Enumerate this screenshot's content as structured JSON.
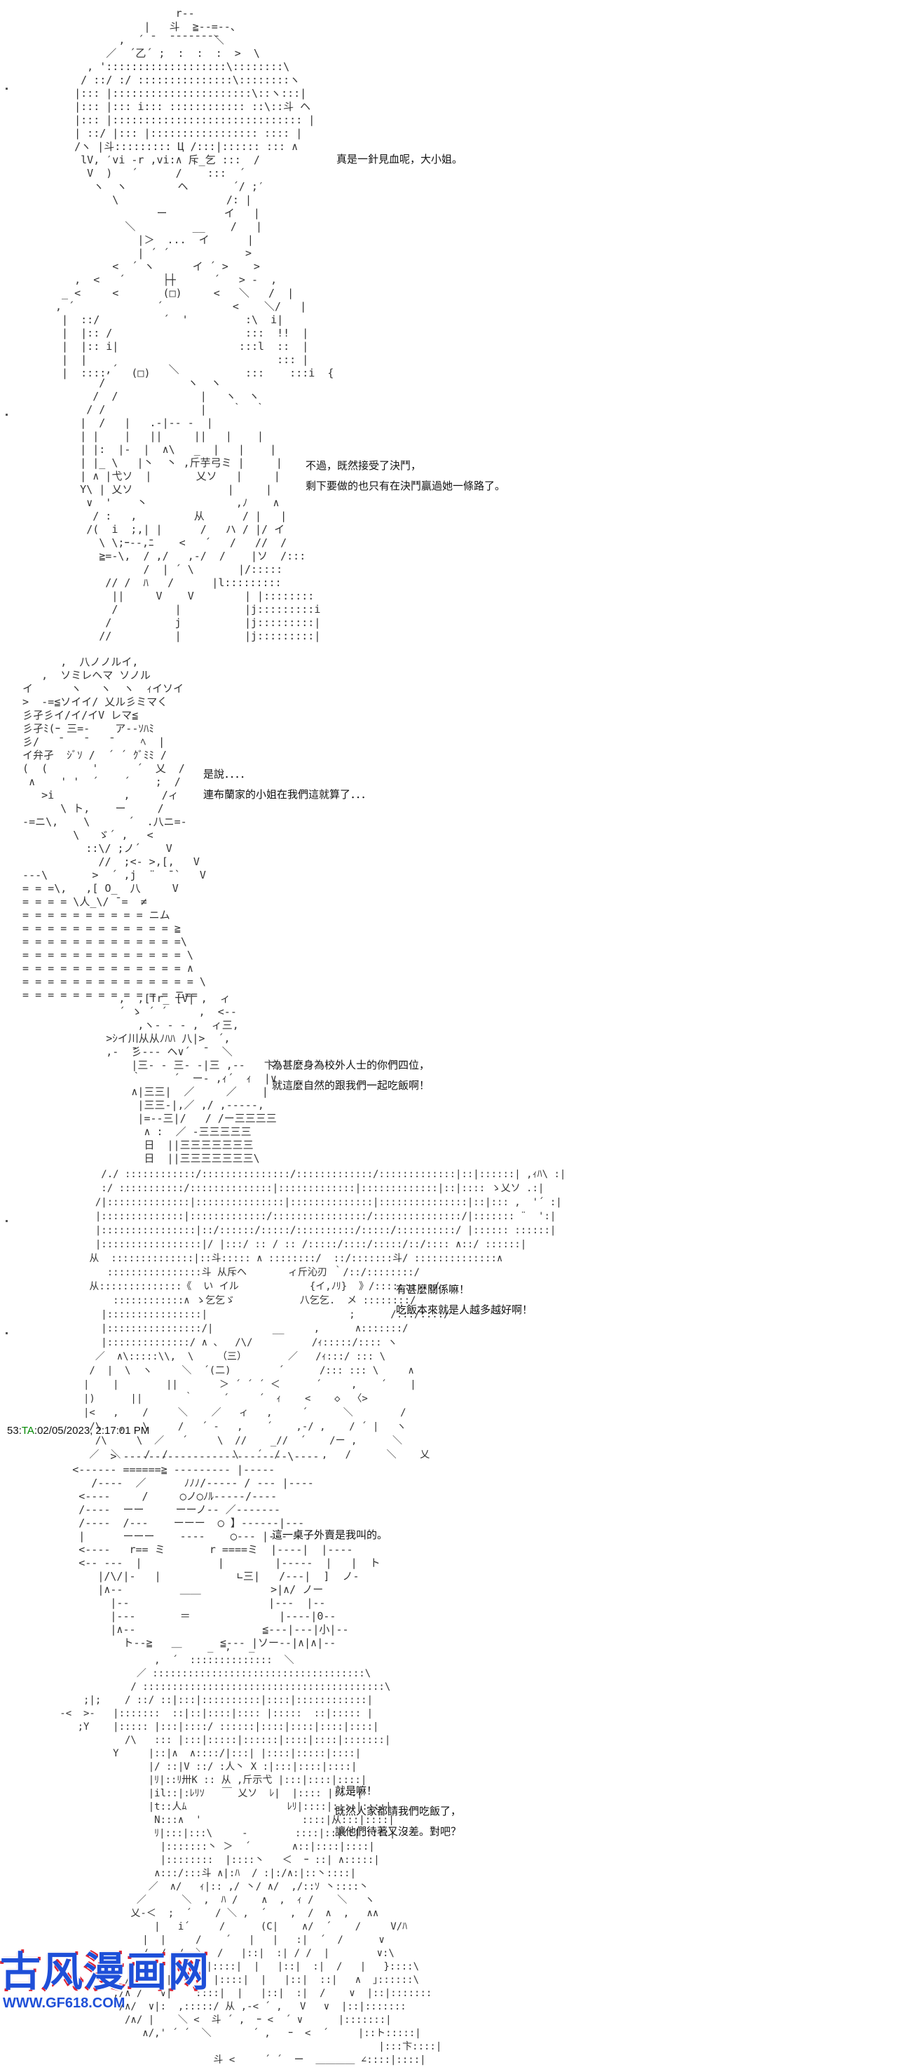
{
  "panels": [
    {
      "art": [
        "                    r--  ",
        "               |   斗  ≧--=--、",
        "           ,  ´ ̄   ̄ ̄ ̄ ̄ ̄ ̄ ̄ ̄＼",
        "         ／  ´乙´ ;  :  :  :  >  \\",
        "      , ':::::::::::::::::::\\::::::::\\",
        "     / ::/ :/ :::::::::::::::\\::::::::ヽ",
        "    |::: |::::::::::::::::::::::\\::ヽ:::|",
        "    |::: |::: i::: :::::::::::: ::\\::斗 ヘ",
        "    |::: |:::::::::::::::::::::::::::::: |",
        "    | ::/ |::: |::::::::::::::::: :::: |",
        "    /ヽ |斗::::::::: Ц /:::|:::::: ::: ∧",
        "     lV, ′vi -r ,vi:∧ 斥_乞 :::  /",
        "      V  )   ´      /    :::  ´",
        "       ヽ  ヽ        ヘ       ´/ ;′",
        "          \\                 /: |",
        "                 ー         イ   |",
        "            ＼         __    /   |",
        "              |＞  ...  イ      |",
        "              | ´ ´            >",
        "          <  ´ ヽ      イ ´ >    >",
        "    ,  <   ´      ├┼      ´   > -  ,",
        "  _ <     <       (□)     <   ＼   /  |",
        " , ´             ´           <    ＼/   |",
        "  |  ::/          ´  '         :\\  i|",
        "  |  |:: /                     :::  !!  |",
        "  |  |:: i|                   :::l  ::  |",
        "  |  |                              ::: |",
        "  |  ::::    (□)               :::    :::i  {"
      ],
      "lines": [
        "真是一針見血呢，大小姐。"
      ]
    },
    {
      "art": [
        "          ,´        ＼",
        "         /             ヽ  ヽ",
        "        /  /             |   ヽ  ヽ",
        "       / /               |    ｀  ｀",
        "      |  /   |   .-|-- -  |",
        "      | |    |   ||     ||   |    |",
        "      | |:  |-  |  ∧\\   _  |   |    |",
        "      | |_ \\   |丶  丶 ,斤芋弓ミ |     |",
        "      | ∧ |弋ソ  |       乂ソ   |     |",
        "      Y\\ | 乂ソ               |     |",
        "       ∨  '    丶              ,ﾉ    ∧",
        "        / :   ,         从      / |   |",
        "       /(  i  ;,| |      /   ハ / |/ イ",
        "         \\ \\;ｰ--,ﾆ    <   ´   /   //  /",
        "         ≧=-\\,  / ,/   ,-/  /    |ソ  /:::",
        "                /  | ´ \\       |/:::::",
        "          // /  ﾊ   /      |l:::::::::",
        "           ||     V    V        | |::::::::",
        "           /         |          |j:::::::::i",
        "          /          j          |j:::::::::|",
        "         //          |          |j:::::::::|"
      ],
      "lines": [
        "不過，既然接受了決鬥，",
        "剩下要做的也只有在決鬥贏過她一條路了。"
      ]
    },
    {
      "art": [
        "        ,  八ノノルイ,",
        "     ,  ソミレヘマ ソノル",
        "  イ      ヽ   ヽ  ヽ  ｨイソイ",
        "  >  -=≦ソイイ/ 乂ル彡ミマく",
        "  彡孑彡イ/イ/イV レマ≦",
        "  彡孑ﾐ(ｰ 三=-    ア--ｿﾊﾐ",
        "  彡/   ̄    ̄    ̄     ﾍ  |",
        "  イ弁孑  ｼﾞｿ /  ´ ´ ｸﾞﾐﾐ /",
        "  (  (       '      ´  乂  /",
        "   ∧    ' '  ´    ´    ;  /",
        "     >i           ,     /ィ",
        "        \\ ト,    ー     /",
        "  -=ニ\\,    \\      ´  .八ニ=-",
        "          \\   ゞ´ ,   <",
        "            ::\\/ ;ノ´    V",
        "              //  ;<- >,[,   V",
        "  ---\\       >  ´ ,j  ¨  ¯`   V",
        "  = = =\\,   ,[ O_  八     V",
        "  = = = = \\人_\\/ ̄ =  ≠",
        "  = = = = = = = = = = ニム",
        "  = = = = = = = = = = = = ≧",
        "  = = = = = = = = = = = = =\\",
        "  = = = = = = = = = = = = = \\",
        "  = = = = = = = = = = = = = ∧",
        "  = = = = = = = = = = = = = = \\",
        "  = = = = = = = = = = = = ニ=="
      ],
      "lines": [
        "是說．．．．",
        "連布蘭家的小姐在我們這就算了．．．"
      ]
    },
    {
      "art": [
        "           ,  ,[fr_ [V| ,  ィ",
        "           ´ ゝ ´ ´     ,  <--",
        "              ,ヽ- - - ,  ィ三,",
        "         >ｼイ川从从ﾉﾊﾊ 八|>  ´,",
        "         ,-  ̄彡--- ヘ∨´  ̄   ＼",
        "             |三- - 三- -|三 ,--   卞,",
        "             ｀     ´  ー- ,ｨ´  ｨ  |∨",
        "             ∧|三三|  ／     ／    |",
        "              |三三-|,／ ,/ ,-----,",
        "              |=--三|/   / /ー三三三三",
        "               ∧ :  ／ -三三三三三",
        "               日  ||三三三三三三三",
        "               日  ||三三三三三三三\\"
      ],
      "lines": [
        "為甚麼身為校外人士的你們四位，",
        "就這麼自然的跟我們一起吃飯啊！"
      ]
    },
    {
      "art": [
        "          /./ ::::::::::::/:::::::::::::::/:::::::::::::/:::::::::::::|::|::::::| ,ｨﾊ\\ :|",
        "          :/ :::::::::::/::::::::::::::|:::::::::::::|:::::::::::::|::|:::: ゝ乂ソ .:|",
        "         /|::::::::::::::|:::::::::::::::|::::::::::::::|:::::::::::::::|::|::: ,  '´ :|",
        "         |::::::::::::::|:::::::::::::/::::::::::::::::/:::::::::::::::/|::::::: ¨  ':|",
        "         |::::::::::::::::|::/::::::/:::::/::::::::::/:::::/::::::::::/ |:::::: ::::::|",
        "         |:::::::::::::::::|/ |:::/ :: / :: /:::::/::::/:::::/::/:::: ∧::/ ::::::|",
        "        从  ::::::::::::::|::斗::::: ∧ ::::::::/  ::/:::::::斗/ ::::::::::::::∧",
        "           ::::::::::::::::斗 从斥ヘ       ィ斤沁刃 ｀/::/::::::::/",
        "        从::::::::::::::《  い イル            {イ,ﾉﾘ}  》/::::::::::/",
        "            ::::::::::::∧ ゝ乞乞ゞ           八乞乞.  メ ::::::::/",
        "          |::::::::::::::::|                        ;      /:::/::::/",
        "          |::::::::::::::::/|          __     ,      ∧:::::::/",
        "          |::::::::::::::/ ∧ 、  /\\/          /ｨ:::::/:::: ヽ",
        "         ／  ∧\\:::::\\\\,  \\    （三）       ／   /ｨ:::/ ::: \\",
        "        /  |  \\  ヽ     ＼  ´(二)        ´      /::: ::: \\     ∧",
        "       |    |        ||       ＞ ´ ´ ´ ＜      ´     ,    ´    |",
        "       |)      ||       ｀     ´     ´  ｨ    <    ◇  〈>",
        "       |<   ,    /     ＼    ／   ィ   ,     ´      ＼        /",
        "        /\\   ,   \\     /   ´ -   ,    ´    ,-/ ,    / ´ |   ヽ",
        "         /\\     \\  ／   ´     \\  //    _//  ´    /ー ,      ＼",
        "        ／  ＼    /  /           \\   ´  /       ,   /      ＼    乂"
      ],
      "lines": [
        "有甚麼關係嘛！",
        "吃飯本來就是人越多越好啊！"
      ]
    }
  ],
  "post": {
    "number": "53",
    "sep": ":",
    "name": "TA",
    "timestamp": ":02/05/2023, 2:17:01 PM"
  },
  "panels2": [
    {
      "art": [
        "             > --------------------------\\----",
        "       <------ ======≧ --------- |-----",
        "          /----  ／      ﾉﾉﾉ/----- / --- |----",
        "        <----     /     ◯ノ◯ﾉﾙ-----/----",
        "        /----  ーー     ーーノ-- ／-------",
        "        /----  /---    ーーー  ◯ 】------|---",
        "        |      ーーー    ----    ◯--- |---",
        "        <----   r== ミ       r ====ミ  |----|  |----",
        "        <-- ---  |            |        |-----  |   |  ト",
        "           |/\\/|-   |            ∟三|   /---|  ]  ノ-",
        "           |∧--         ＿＿           >|∧/ ノー",
        "             |--                      |---  |--",
        "             |---       ＝              |----|0--",
        "             |∧--                    ≦---|---|小|--",
        "               ト--≧   ＿      ≦--- |ソー--|∧|∧|--"
      ],
      "lines": [
        "這一桌子外賣是我叫的。"
      ]
    },
    {
      "art": [
        "                            _  ,   _",
        "                   ,  ´  ::::::::::::::  ＼",
        "                ／ ::::::::::::::::::::::::::::::::::::\\",
        "               / :::::::::::::::::::::::::::::::::::::::::\\",
        "       ;|;    / ::/ ::|:::|::::::::::|::::|::::::::::::|",
        "   -<  >-   |:::::::  ::|::|::::|:::: |:::::  ::|::::: |",
        "      ;Y    |::::: |:::|::::/ ::::::|::::|::::|::::|::::|",
        "              /\\   ::: |:::|:::::|::::::|::::|::::|:::::::|",
        "            Y     |::|∧  ∧::::/|:::| |::::|:::::|::::|",
        "                  |/ ::|V ::/ :人丶 X :|:::|::::|::::|",
        "                  |ﾘ|::ﾘ卅K :: 从 ,斤示弋 |:::|::::|::::|",
        "                  |il::|:ﾚﾘｿ   ￣ 乂ソ  ﾚ|  |:::: |:: :|",
        "                  |t::人ﾑ                 ﾚﾘ|::::|::::|::::|",
        "                   N:::∧  '                 ::::|从:::|::::|",
        "                   ﾘ|:::|:::\\     -        ::::|::|::|:::::|",
        "                    |:::::::丶 ＞  ´       ∧::|::::|::::|",
        "                    |::::::::  |::::丶   ＜  ｰ ::| ∧:::::|",
        "                   ∧:::/:::斗 ∧|:ﾊ  / :|:/∧:|::丶::::|",
        "                  ／  ∧/   ｨ|:: ,/ 丶/ ∧/  ,/::ｿ 丶::::丶",
        "                ／      ＼  ,  ﾊ /    ∧  ,  ｨ /    ＼   ヽ",
        "               乂-＜  ;  ´    / ＼ ,  ´    ,  /  ∧  ,   ∧∧",
        "                   |   i´     /      (C|    ∧/  ´    /     V/ﾊ",
        "                 |  |     /    ´   |   |   :|  ´  /      ∨",
        "                 /  /  /  ＼  /   |::|  :| / /  |        ∨:\\",
        "               /ﾘ / ∧       |::::|  |   |::|  :|  /   |   }::::\\",
        "              /∧/ /  |   ,   |::::|  |   |::|  ::|   ∧  ｣::::::\\",
        "            ,/∧ /   ∨|    ::::|  |   |::|  :|  /    ∨  |::|:::::::",
        "             /∧/  ∨|:  ,:::::/ 从 ,-< ´ ,   V   ∨  |::|:::::::",
        "              /∧/ |    ＼ <  斗 ´ ,  ｰ <  ´ ∨      |:::::::|",
        "                 ∧/,' ´ ´  ＼       ´ ,   ｰ  <  ´     |::ト:::::|",
        "                                                         |:::卞::::|",
        "                             斗 <     ´ ´  ー  ＿＿＿＿ ∠::::|::::|"
      ],
      "lines": [
        "就是嘛！",
        "既然人家都請我們吃飯了，",
        "讓他們待著又沒差。對吧？"
      ]
    }
  ],
  "watermark": {
    "logo": "古风漫画网",
    "url": "WWW.GF618.COM"
  }
}
